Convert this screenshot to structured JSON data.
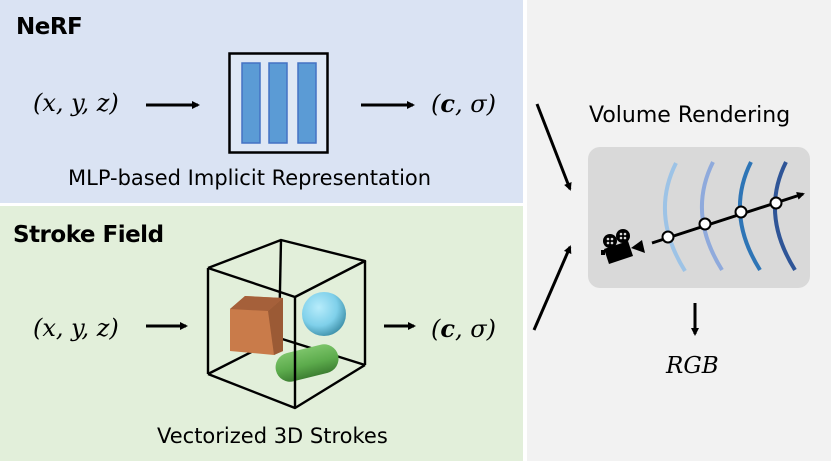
{
  "nerf": {
    "title": "NeRF",
    "input": "(x, y, z)",
    "output_open": "(",
    "output_c": "c",
    "output_rest": ", σ)",
    "caption": "MLP-based Implicit Representation",
    "colors": {
      "panel": "#dae3f3",
      "mlp_bar": "#5b9bd5",
      "mlp_bar_border": "#4472c4"
    }
  },
  "stroke_field": {
    "title": "Stroke Field",
    "input": "(x, y, z)",
    "output_open": "(",
    "output_c": "c",
    "output_rest": ", σ)",
    "caption": "Vectorized 3D Strokes",
    "colors": {
      "panel": "#e2efda",
      "cube": "#c97b4a",
      "sphere": "#7fd0ea",
      "capsule": "#5cab4c"
    }
  },
  "volume_rendering": {
    "title": "Volume Rendering",
    "icon": "movie-camera-icon",
    "output": "RGB",
    "colors": {
      "panel": "#f2f2f2",
      "box": "#d9d9d9",
      "curves": [
        "#9dc3e6",
        "#8faadc",
        "#2e75b6",
        "#2f5597"
      ]
    }
  }
}
